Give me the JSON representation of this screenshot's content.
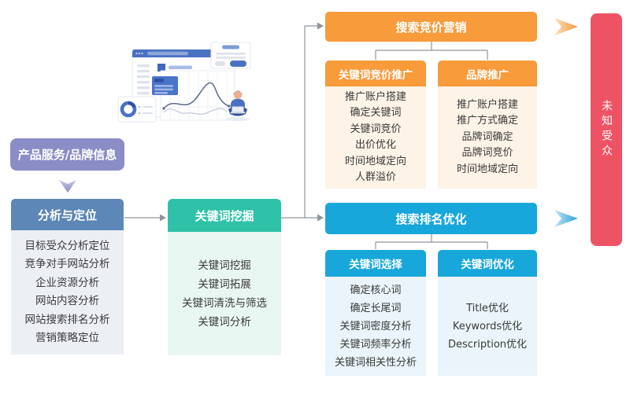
{
  "diagram": {
    "title_hint": "搜索营销流程图",
    "product_info": {
      "label": "产品服务/品牌信息"
    },
    "analysis": {
      "title": "分析与定位",
      "items": [
        "目标受众分析定位",
        "竞争对手网站分析",
        "企业资源分析",
        "网站内容分析",
        "网站搜索排名分析",
        "营销策略定位"
      ]
    },
    "keyword_mining": {
      "title": "关键词挖掘",
      "items": [
        "关键词挖掘",
        "关键词拓展",
        "关键词清洗与筛选",
        "关键词分析"
      ]
    },
    "sem": {
      "title": "搜索竞价营销",
      "sub1": {
        "title": "关键词竞价推广",
        "items": [
          "推广账户搭建",
          "确定关键词",
          "关键词竞价",
          "出价优化",
          "时间地域定向",
          "人群溢价"
        ]
      },
      "sub2": {
        "title": "品牌推广",
        "items": [
          "推广账户搭建",
          "推广方式确定",
          "品牌词确定",
          "品牌词竞价",
          "时间地域定向"
        ]
      }
    },
    "seo": {
      "title": "搜索排名优化",
      "sub1": {
        "title": "关键词选择",
        "items": [
          "确定核心词",
          "确定长尾词",
          "关键词密度分析",
          "关键词频率分析",
          "关键词相关性分析"
        ]
      },
      "sub2": {
        "title": "关键词优化",
        "items": [
          "Title优化",
          "Keywords优化",
          "Description优化"
        ]
      }
    },
    "audience": {
      "label": "未知受众"
    },
    "icons": {
      "flow_arrow_down": "chevron-down",
      "flow_arrow_right_orange": "chevron-right",
      "flow_arrow_right_blue": "chevron-right",
      "illustration": "analytics-dashboard-with-person"
    },
    "colors": {
      "purple": "#8b8dc6",
      "steel_blue": "#5d87b6",
      "teal": "#30c2a8",
      "orange": "#f79b3b",
      "cyan": "#18a7db",
      "red": "#ee5365",
      "connector_gray": "#8f959c",
      "analysis_body_bg": "#ecf0f5",
      "mining_body_bg": "#e9f7f3",
      "sem_body_bg": "#fdf3e7",
      "seo_body_bg": "#eaf4fa"
    }
  }
}
